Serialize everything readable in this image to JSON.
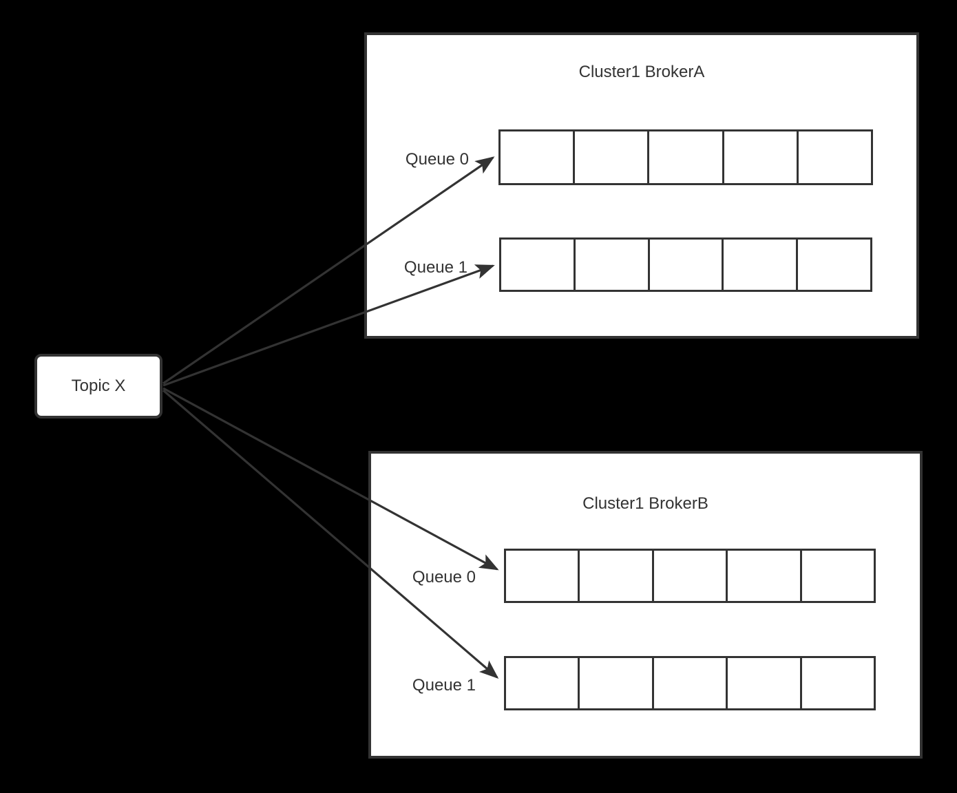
{
  "diagram": {
    "background_color": "#000000",
    "stroke_color": "#333333",
    "node_fill_color": "#ffffff",
    "text_color": "#333333",
    "topic": {
      "label": "Topic X"
    },
    "brokers": [
      {
        "title": "Cluster1 BrokerA",
        "queues": [
          {
            "label": "Queue 0",
            "cell_count": 5
          },
          {
            "label": "Queue 1",
            "cell_count": 5
          }
        ]
      },
      {
        "title": "Cluster1 BrokerB",
        "queues": [
          {
            "label": "Queue 0",
            "cell_count": 5
          },
          {
            "label": "Queue 1",
            "cell_count": 5
          }
        ]
      }
    ],
    "edges": [
      {
        "from": "topic-x",
        "to": "brokerA-queue-0"
      },
      {
        "from": "topic-x",
        "to": "brokerA-queue-1"
      },
      {
        "from": "topic-x",
        "to": "brokerB-queue-0"
      },
      {
        "from": "topic-x",
        "to": "brokerB-queue-1"
      }
    ]
  }
}
